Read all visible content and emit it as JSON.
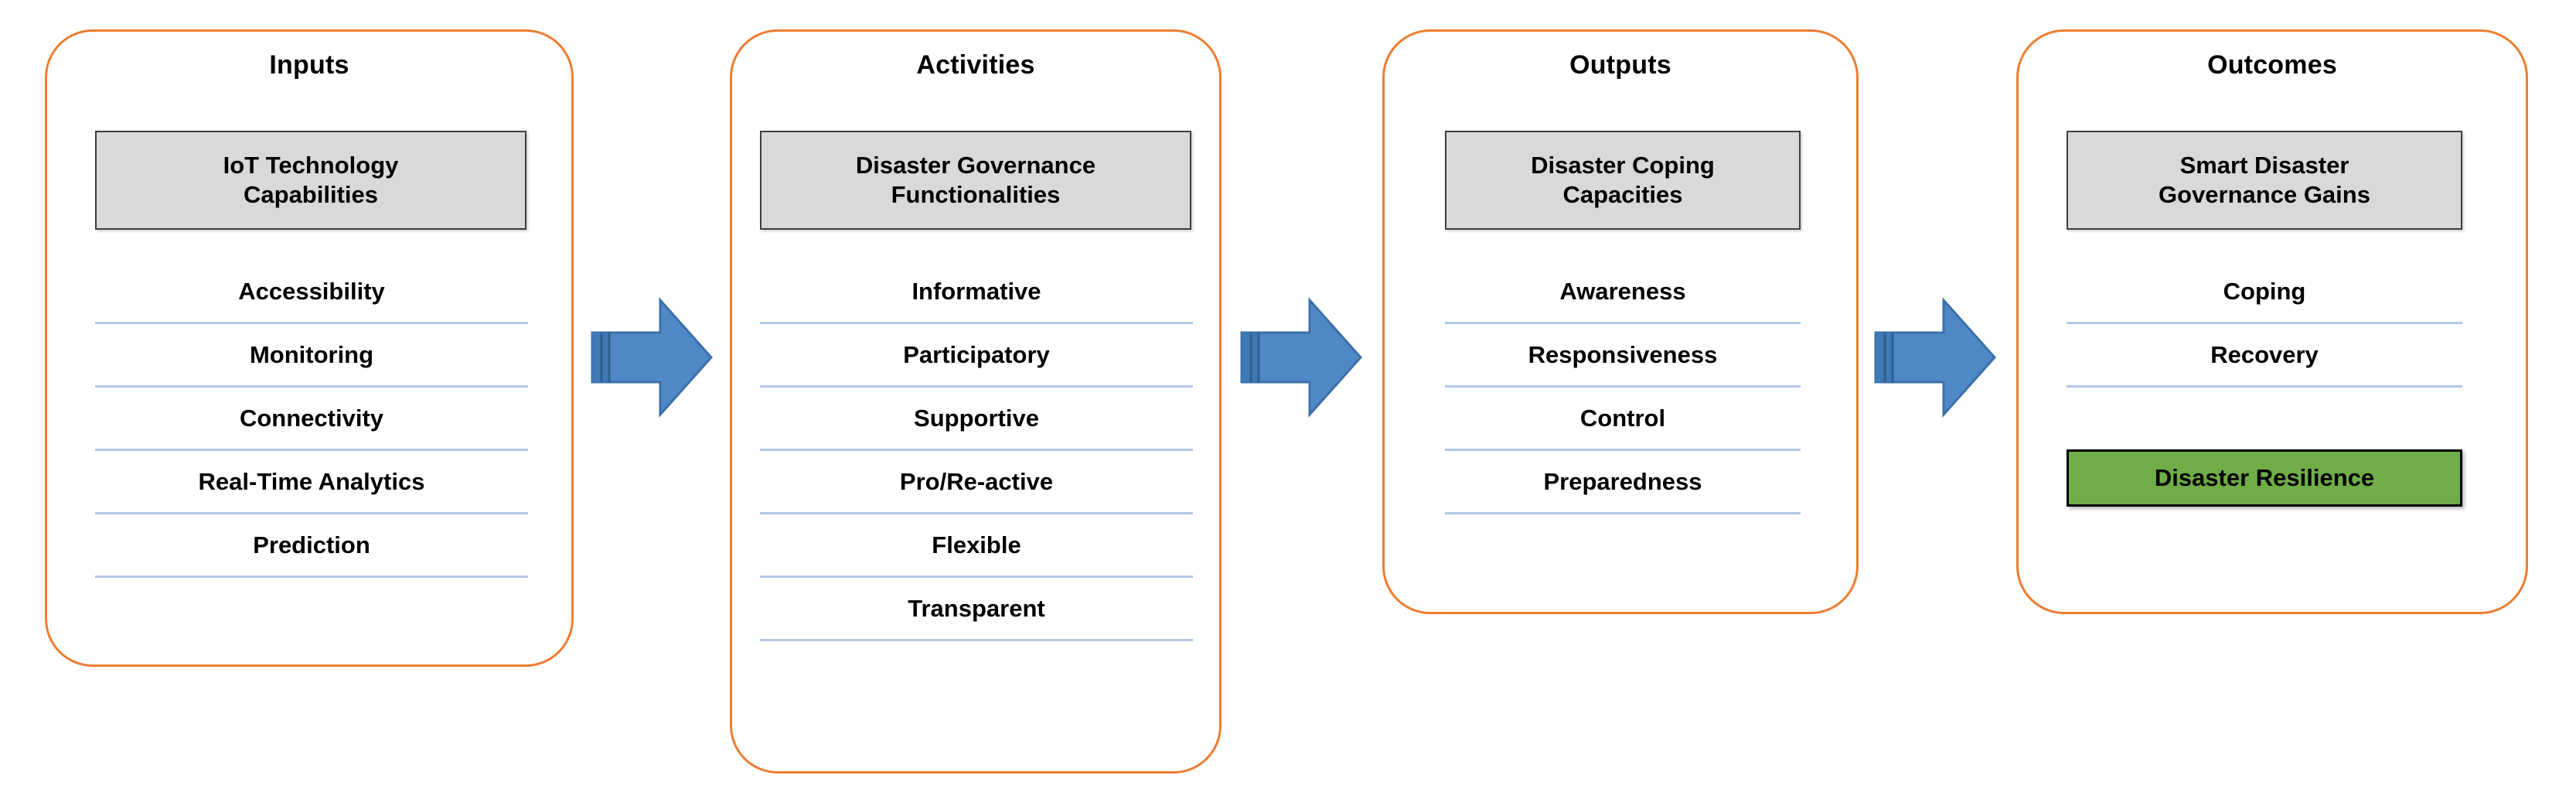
{
  "diagram": {
    "title_hidden": "",
    "colors": {
      "panel_border": "#ED7D31",
      "chip_fill": "#D9D9D9",
      "chip_border": "#3F3F3F",
      "divider": "#B4C7E7",
      "arrow_fill": "#4F88C6",
      "arrow_edge": "#2E5F8A",
      "resilience_fill": "#70AD47",
      "text": "#000000",
      "background": "#FFFFFF"
    },
    "panels": [
      {
        "title": "Inputs",
        "header": "IoT Technology Capabilities",
        "header_line1": "IoT Technology",
        "header_line2": "Capabilities",
        "items": [
          "Accessibility",
          "Monitoring",
          "Connectivity",
          "Real-Time Analytics",
          "Prediction"
        ]
      },
      {
        "title": "Activities",
        "header": "Disaster Governance Functionalities",
        "header_line1": "Disaster Governance",
        "header_line2": "Functionalities",
        "items": [
          "Informative",
          "Participatory",
          "Supportive",
          "Pro/Re-active",
          "Flexible",
          "Transparent"
        ]
      },
      {
        "title": "Outputs",
        "header": "Disaster Coping Capacities",
        "header_line1": "Disaster Coping",
        "header_line2": "Capacities",
        "items": [
          "Awareness",
          "Responsiveness",
          "Control",
          "Preparedness"
        ]
      },
      {
        "title": "Outcomes",
        "header": "Smart Disaster Governance Gains",
        "header_line1": "Smart Disaster",
        "header_line2": "Governance Gains",
        "items": [
          "Coping",
          "Recovery"
        ],
        "highlight": "Disaster Resilience"
      }
    ],
    "arrows": [
      {
        "name": "arrow-inputs-to-activities"
      },
      {
        "name": "arrow-activities-to-outputs"
      },
      {
        "name": "arrow-outputs-to-outcomes"
      }
    ]
  }
}
